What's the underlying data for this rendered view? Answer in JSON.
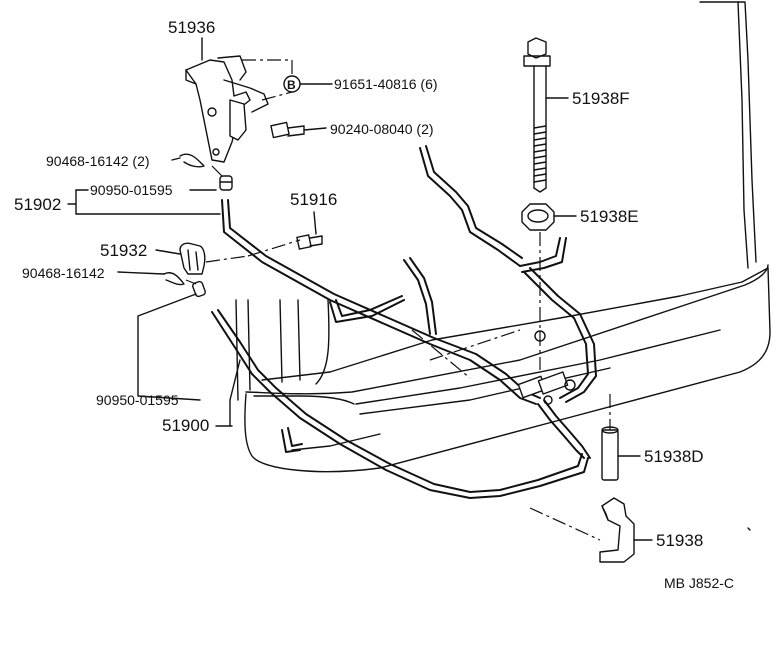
{
  "labels": {
    "p51936": "51936",
    "p91651": "91651-40816 (6)",
    "p90240": "90240-08040 (2)",
    "p90468a": "90468-16142 (2)",
    "p90950a": "90950-01595",
    "p51902": "51902",
    "p51916": "51916",
    "p51932": "51932",
    "p90468b": "90468-16142",
    "p90950b": "90950-01595",
    "p51900": "51900",
    "p51938F": "51938F",
    "p51938E": "51938E",
    "p51938D": "51938D",
    "p51938": "51938",
    "callout_B": "B",
    "footer_code": "MB  J852-C"
  },
  "icons": [
    "bracket-51936",
    "bolt-51938F",
    "nut-51938E",
    "pipe-51938D",
    "bracket-51938",
    "clamp-51932",
    "bolt-51916",
    "screw-90240",
    "grommet-90950",
    "clip-90468"
  ]
}
